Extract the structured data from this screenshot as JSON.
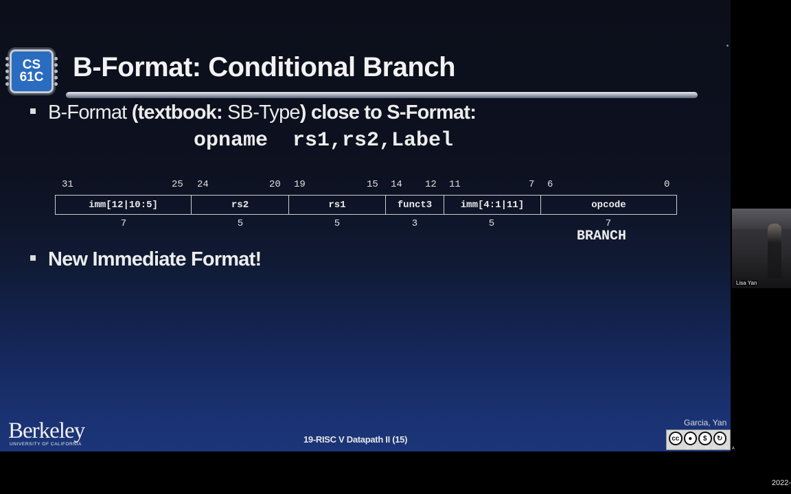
{
  "slide": {
    "logo_text": "CS\n61C",
    "title": "B-Format: Conditional Branch",
    "bullet1": {
      "part1": "B-Format ",
      "part2": "(textbook: ",
      "part3": "SB-Type",
      "part4": ") close to S-Format:"
    },
    "syntax": "opname  rs1,rs2,Label",
    "bit_positions": [
      "31",
      "25",
      "24",
      "20",
      "19",
      "15",
      "14",
      "12",
      "11",
      "7",
      "6",
      "0"
    ],
    "fields": [
      {
        "label": "imm[12|10:5]",
        "width": "7"
      },
      {
        "label": "rs2",
        "width": "5"
      },
      {
        "label": "rs1",
        "width": "5"
      },
      {
        "label": "funct3",
        "width": "3"
      },
      {
        "label": "imm[4:1|11]",
        "width": "5"
      },
      {
        "label": "opcode",
        "width": "7"
      }
    ],
    "opcode_name": "BRANCH",
    "bullet2": "New Immediate Format!",
    "footer": {
      "institution": "Berkeley",
      "institution_sub": "UNIVERSITY OF CALIFORNIA",
      "lecture": "19-RISC V Datapath II (15)",
      "authors": "Garcia, Yan",
      "license_labels": "BY NC SA"
    }
  },
  "video": {
    "participant_name": "Lisa Yan"
  },
  "corner_date": "2022-"
}
